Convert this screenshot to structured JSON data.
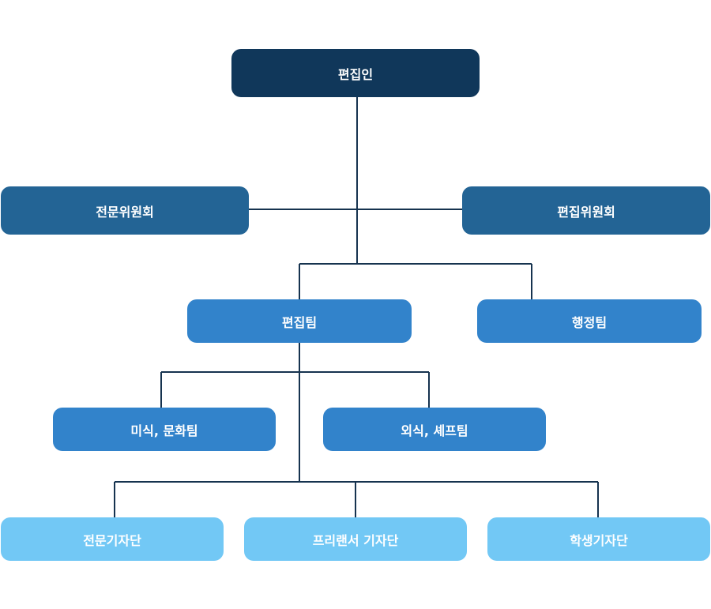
{
  "org_chart": {
    "editor": {
      "label": "편집인"
    },
    "expert_committee": {
      "label": "전문위원회"
    },
    "edit_committee": {
      "label": "편집위원회"
    },
    "edit_team": {
      "label": "편집팀"
    },
    "admin_team": {
      "label": "행정팀"
    },
    "gourmet_team": {
      "label": "미식, 문화팀"
    },
    "dining_team": {
      "label": "외식, 셰프팀"
    },
    "expert_reporters": {
      "label": "전문기자단"
    },
    "freelance_reporters": {
      "label": "프리랜서 기자단"
    },
    "student_reporters": {
      "label": "학생기자단"
    }
  },
  "colors": {
    "level0": "#10375a",
    "level1": "#236495",
    "level2": "#3283cb",
    "level3": "#72c8f5",
    "connector": "#16334f",
    "text": "#ffffff"
  }
}
